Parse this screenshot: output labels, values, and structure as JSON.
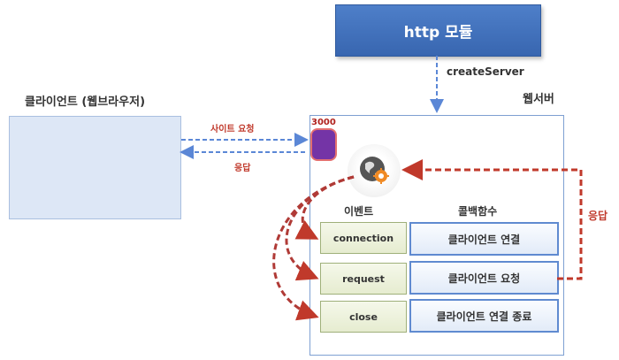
{
  "http_module": {
    "label": "http 모듈"
  },
  "create_server": {
    "label": "createServer"
  },
  "client": {
    "title": "클라이언트 (웹브라우저)"
  },
  "web_server": {
    "label": "웹서버",
    "port": "3000"
  },
  "arrows": {
    "site_request": "사이트 요청",
    "response_left": "응답",
    "response_right": "응답"
  },
  "events": {
    "header": "이벤트",
    "items": [
      "connection",
      "request",
      "close"
    ]
  },
  "callbacks": {
    "header": "콜백함수",
    "items": [
      "클라이언트 연결",
      "클라이언트 요청",
      "클라이언트 연결 종료"
    ]
  },
  "colors": {
    "module_blue": "#3866b0",
    "port_purple": "#7434a6",
    "arrow_red": "#c0392b",
    "arrow_blue": "#5b87d6"
  },
  "icons": {
    "server": "globe-gear-icon"
  }
}
